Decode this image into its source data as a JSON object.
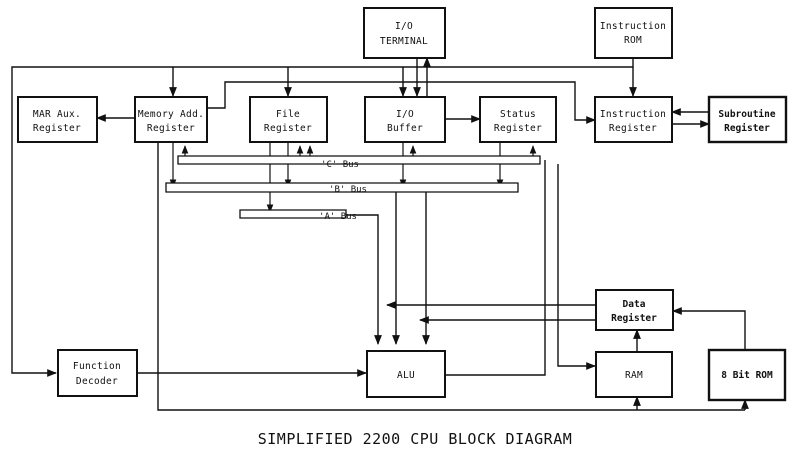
{
  "caption": "SIMPLIFIED 2200 CPU BLOCK DIAGRAM",
  "blocks": {
    "io_terminal": [
      "I/O",
      "TERMINAL"
    ],
    "instruction_rom": [
      "Instruction",
      "ROM"
    ],
    "mar_aux": [
      "MAR Aux.",
      "Register"
    ],
    "memory_add": [
      "Memory Add.",
      "Register"
    ],
    "file_register": [
      "File",
      "Register"
    ],
    "io_buffer": [
      "I/O",
      "Buffer"
    ],
    "status_register": [
      "Status",
      "Register"
    ],
    "instruction_register": [
      "Instruction",
      "Register"
    ],
    "subroutine_register": [
      "Subroutine",
      "Register"
    ],
    "function_decoder": [
      "Function",
      "Decoder"
    ],
    "alu": "ALU",
    "data_register": [
      "Data",
      "Register"
    ],
    "ram": "RAM",
    "bit8_rom": "8 Bit ROM"
  },
  "buses": {
    "c": "'C' Bus",
    "b": "'B' Bus",
    "a": "'A' Bus"
  }
}
